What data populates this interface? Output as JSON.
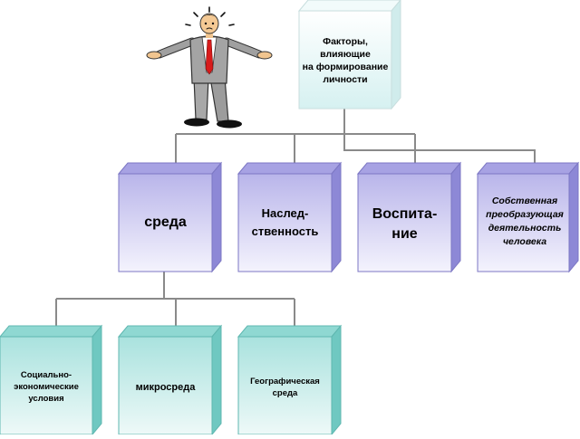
{
  "root": {
    "label": "Факторы,\nвлияющие\nна формирование\nличности"
  },
  "factors": [
    {
      "label": "среда"
    },
    {
      "label": "Наслед-\nственность"
    },
    {
      "label": "Воспита-\nние"
    },
    {
      "label": "Собственная\nпреобразующая\nдеятельность\nчеловека"
    }
  ],
  "environment_subtypes": [
    {
      "label": "Социально-\nэкономические\nусловия"
    },
    {
      "label": "микросреда"
    },
    {
      "label": "Географическая\nсреда"
    }
  ],
  "colors": {
    "root_box": "#e6f7f7",
    "factor_box": "#c9c6ef",
    "subtype_box": "#c3ece9",
    "connector": "#7a7a7a"
  },
  "illustration": "confused-man-shrugging"
}
